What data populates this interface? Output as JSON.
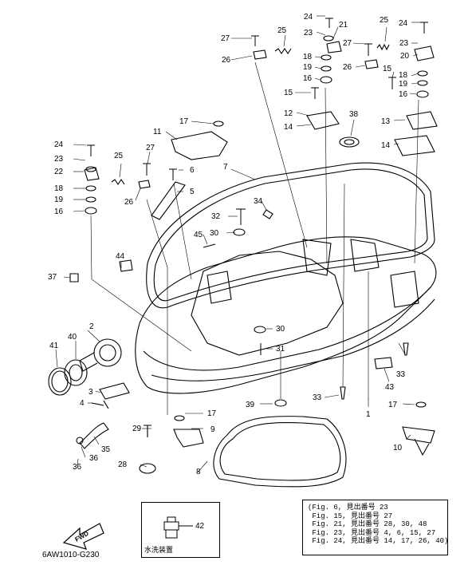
{
  "labels": [
    "1",
    "2",
    "3",
    "4",
    "5",
    "6",
    "7",
    "8",
    "9",
    "10",
    "11",
    "12",
    "13",
    "14",
    "15",
    "16",
    "17",
    "18",
    "19",
    "20",
    "21",
    "22",
    "23",
    "24",
    "25",
    "26",
    "27",
    "28",
    "29",
    "30",
    "31",
    "32",
    "33",
    "34",
    "35",
    "36",
    "37",
    "38",
    "39",
    "40",
    "41",
    "42",
    "43",
    "44",
    "45"
  ],
  "notes": [
    "(Fig. 6, 見出番号 23",
    " Fig. 15, 見出番号 27",
    " Fig. 21, 見出番号 28, 30, 48",
    " Fig. 23, 見出番号 4, 6, 15, 27",
    " Fig. 24, 見出番号 14, 17, 26, 40)"
  ],
  "inset": {
    "caption": "水洗装置",
    "part": "42"
  },
  "direction_label": "FWD",
  "drawing_code": "6AW1010-G230"
}
